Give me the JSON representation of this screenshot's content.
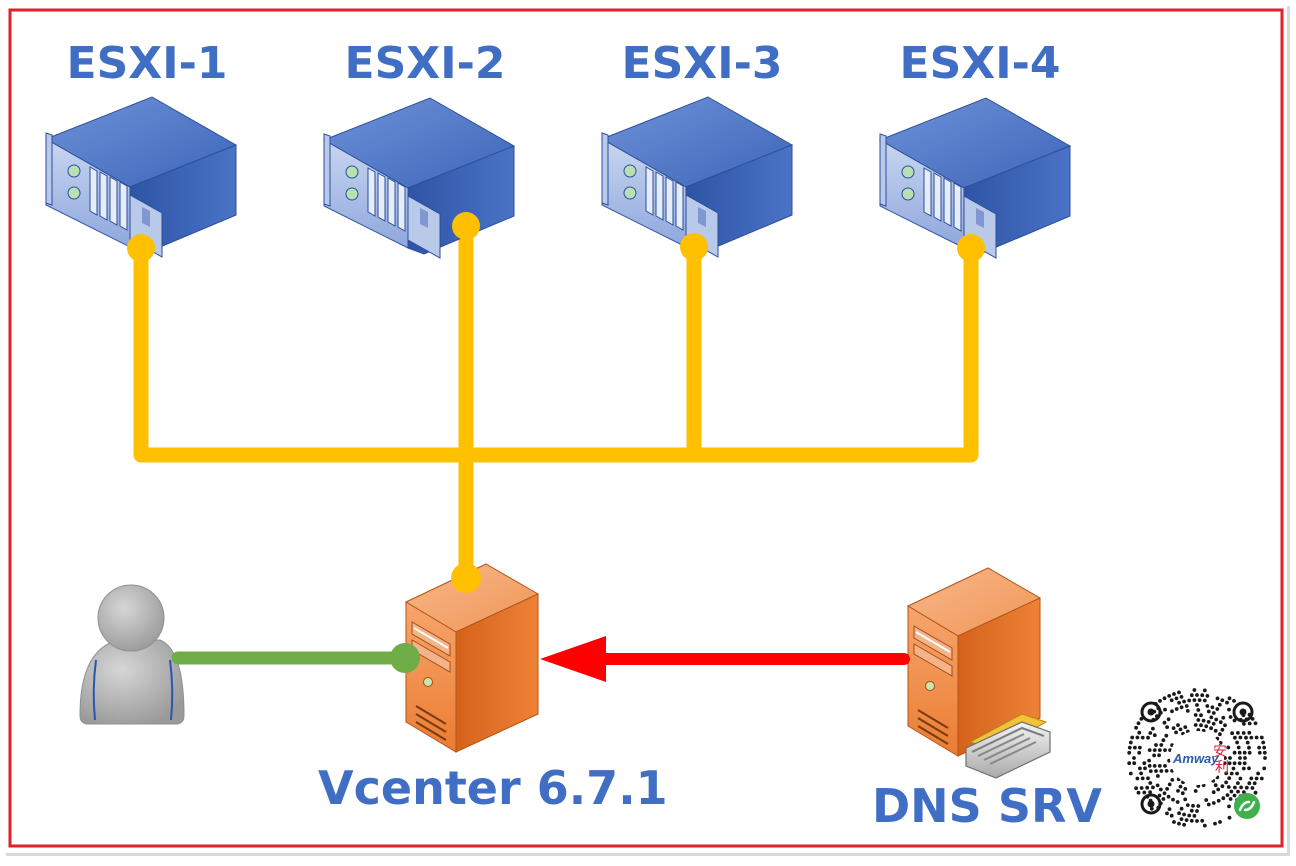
{
  "servers": [
    {
      "label": "ESXI-1"
    },
    {
      "label": "ESXI-2"
    },
    {
      "label": "ESXI-3"
    },
    {
      "label": "ESXI-4"
    }
  ],
  "vcenter": {
    "label": "Vcenter 6.7.1"
  },
  "dns": {
    "label": "DNS SRV"
  },
  "qr": {
    "brand": "Amway",
    "characters": "安利"
  },
  "colors": {
    "frame": "#e0202a",
    "trunk": "#ffc000",
    "user_link": "#70ad47",
    "dns_arrow": "#ff0000",
    "label": "#3f6ec4",
    "server_blue": "#3b63b8",
    "tower_orange": "#e8792e"
  }
}
